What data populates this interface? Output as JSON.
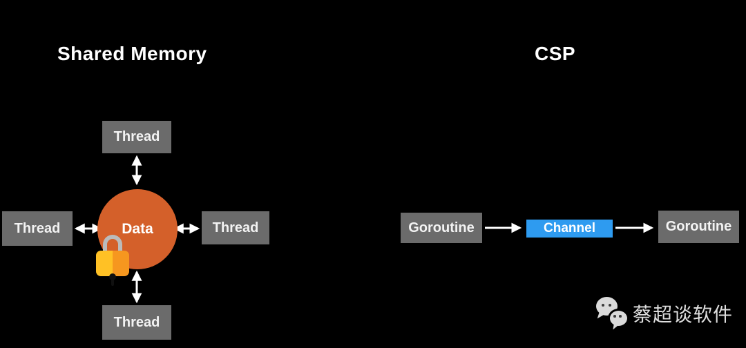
{
  "shared_memory": {
    "title": "Shared Memory",
    "data_label": "Data",
    "thread_top": "Thread",
    "thread_left": "Thread",
    "thread_right": "Thread",
    "thread_bottom": "Thread",
    "lock_icon": "padlock-icon"
  },
  "csp": {
    "title": "CSP",
    "goroutine_left": "Goroutine",
    "channel": "Channel",
    "goroutine_right": "Goroutine"
  },
  "footer": {
    "logo_icon": "wechat-icon",
    "brand_text": "蔡超谈软件"
  },
  "colors": {
    "background": "#000000",
    "node_gray": "#6B6B6B",
    "data_orange": "#D4602A",
    "channel_blue": "#2E9BF0",
    "arrow": "#FFFFFF",
    "lock_yellow": "#FFC125",
    "lock_orange": "#F6971F",
    "text": "#FFFFFF"
  }
}
